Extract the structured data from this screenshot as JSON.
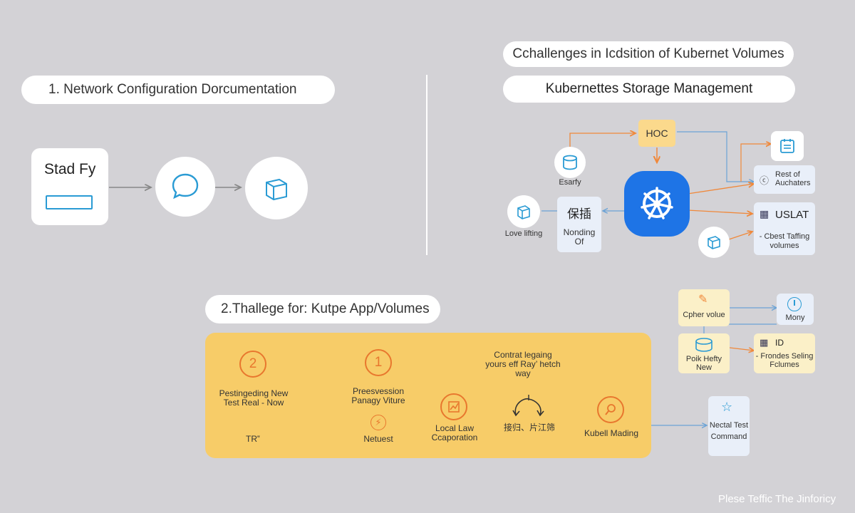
{
  "section1": {
    "title": "1. Network Configuration Dorcumentation",
    "start_label": "Stad Fy"
  },
  "right_top": {
    "title1": "Cchallenges in Icdsition of Kubernet Volumes",
    "title2": "Kubernettes Storage Management",
    "hoc": "HOC",
    "esarfy": "Esarfy",
    "cjk": "保插",
    "nonding": "Nonding Of",
    "love": "Love lifting",
    "rest": "Rest of Auchaters",
    "uslat": "USLAT",
    "cbest": "- Cbest Taffing volumes"
  },
  "section2": {
    "title": "2.Thallege for: Kutpe App/Volumes",
    "step1_number": "2",
    "step1_label": "Pestingeding New Test Real - Now",
    "step1_sub": "TR‟",
    "step2_number": "1",
    "step2_label": "Preesvession Panagy Viture",
    "step2_sub": "Netuest",
    "contrat": "Contrat legaing yours eff Ray’ hetch way",
    "local": "Local Law Ccaporation",
    "cjk2": "接归、片江筛",
    "kubell": "Kubell Mading"
  },
  "bottom_right": {
    "cpher": "Cpher volue",
    "mony": "Mony",
    "poik": "Poik Hefty New",
    "id": "ID",
    "frondes": "- Frondes Seling Fclumes",
    "nectal": "Nectal Test Command"
  },
  "footer": "Plese Teffic The Jinforicy",
  "colors": {
    "background": "#d3d2d6",
    "kube_blue": "#1e74e6",
    "accent_orange": "#f0883a",
    "panel_yellow": "#f7cc68",
    "icon_blue": "#2a9bd4"
  }
}
